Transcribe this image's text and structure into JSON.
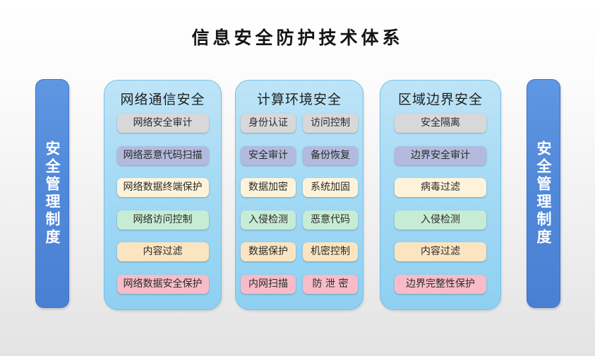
{
  "title": "信息安全防护技术体系",
  "side_bars": {
    "left": {
      "label": "安全管理制度"
    },
    "right": {
      "label": "安全管理制度"
    }
  },
  "columns": [
    {
      "header": "网络通信安全",
      "layout": "single",
      "items": [
        {
          "label": "网络安全审计",
          "color": "gray"
        },
        {
          "label": "网络恶意代码扫描",
          "color": "lavender"
        },
        {
          "label": "网络数据终端保护",
          "color": "cream"
        },
        {
          "label": "网络访问控制",
          "color": "green"
        },
        {
          "label": "内容过滤",
          "color": "peach"
        },
        {
          "label": "网络数据安全保护",
          "color": "pink"
        }
      ]
    },
    {
      "header": "计算环境安全",
      "layout": "double",
      "rows": [
        {
          "left": {
            "label": "身份认证",
            "color": "gray"
          },
          "right": {
            "label": "访问控制",
            "color": "gray"
          }
        },
        {
          "left": {
            "label": "安全审计",
            "color": "lavender"
          },
          "right": {
            "label": "备份恢复",
            "color": "lavender"
          }
        },
        {
          "left": {
            "label": "数据加密",
            "color": "cream"
          },
          "right": {
            "label": "系统加固",
            "color": "cream"
          }
        },
        {
          "left": {
            "label": "入侵检测",
            "color": "green"
          },
          "right": {
            "label": "恶意代码",
            "color": "green"
          }
        },
        {
          "left": {
            "label": "数据保护",
            "color": "peach"
          },
          "right": {
            "label": "机密控制",
            "color": "peach"
          }
        },
        {
          "left": {
            "label": "内网扫描",
            "color": "pink"
          },
          "right": {
            "label": "防 泄 密",
            "color": "pink"
          }
        }
      ]
    },
    {
      "header": "区域边界安全",
      "layout": "single",
      "items": [
        {
          "label": "安全隔离",
          "color": "gray"
        },
        {
          "label": "边界安全审计",
          "color": "lavender"
        },
        {
          "label": "病毒过滤",
          "color": "cream"
        },
        {
          "label": "入侵检测",
          "color": "green"
        },
        {
          "label": "内容过滤",
          "color": "peach"
        },
        {
          "label": "边界完整性保护",
          "color": "pink"
        }
      ]
    }
  ],
  "colors": {
    "bar_blue": "#4f86d8",
    "container_blue": "#a7dbf5",
    "chip_gray": "#d8d8d8",
    "chip_lavender": "#b2badd",
    "chip_cream": "#fcf3da",
    "chip_green": "#c7ecd4",
    "chip_peach": "#fbe5c1",
    "chip_pink": "#f7bcc8"
  }
}
